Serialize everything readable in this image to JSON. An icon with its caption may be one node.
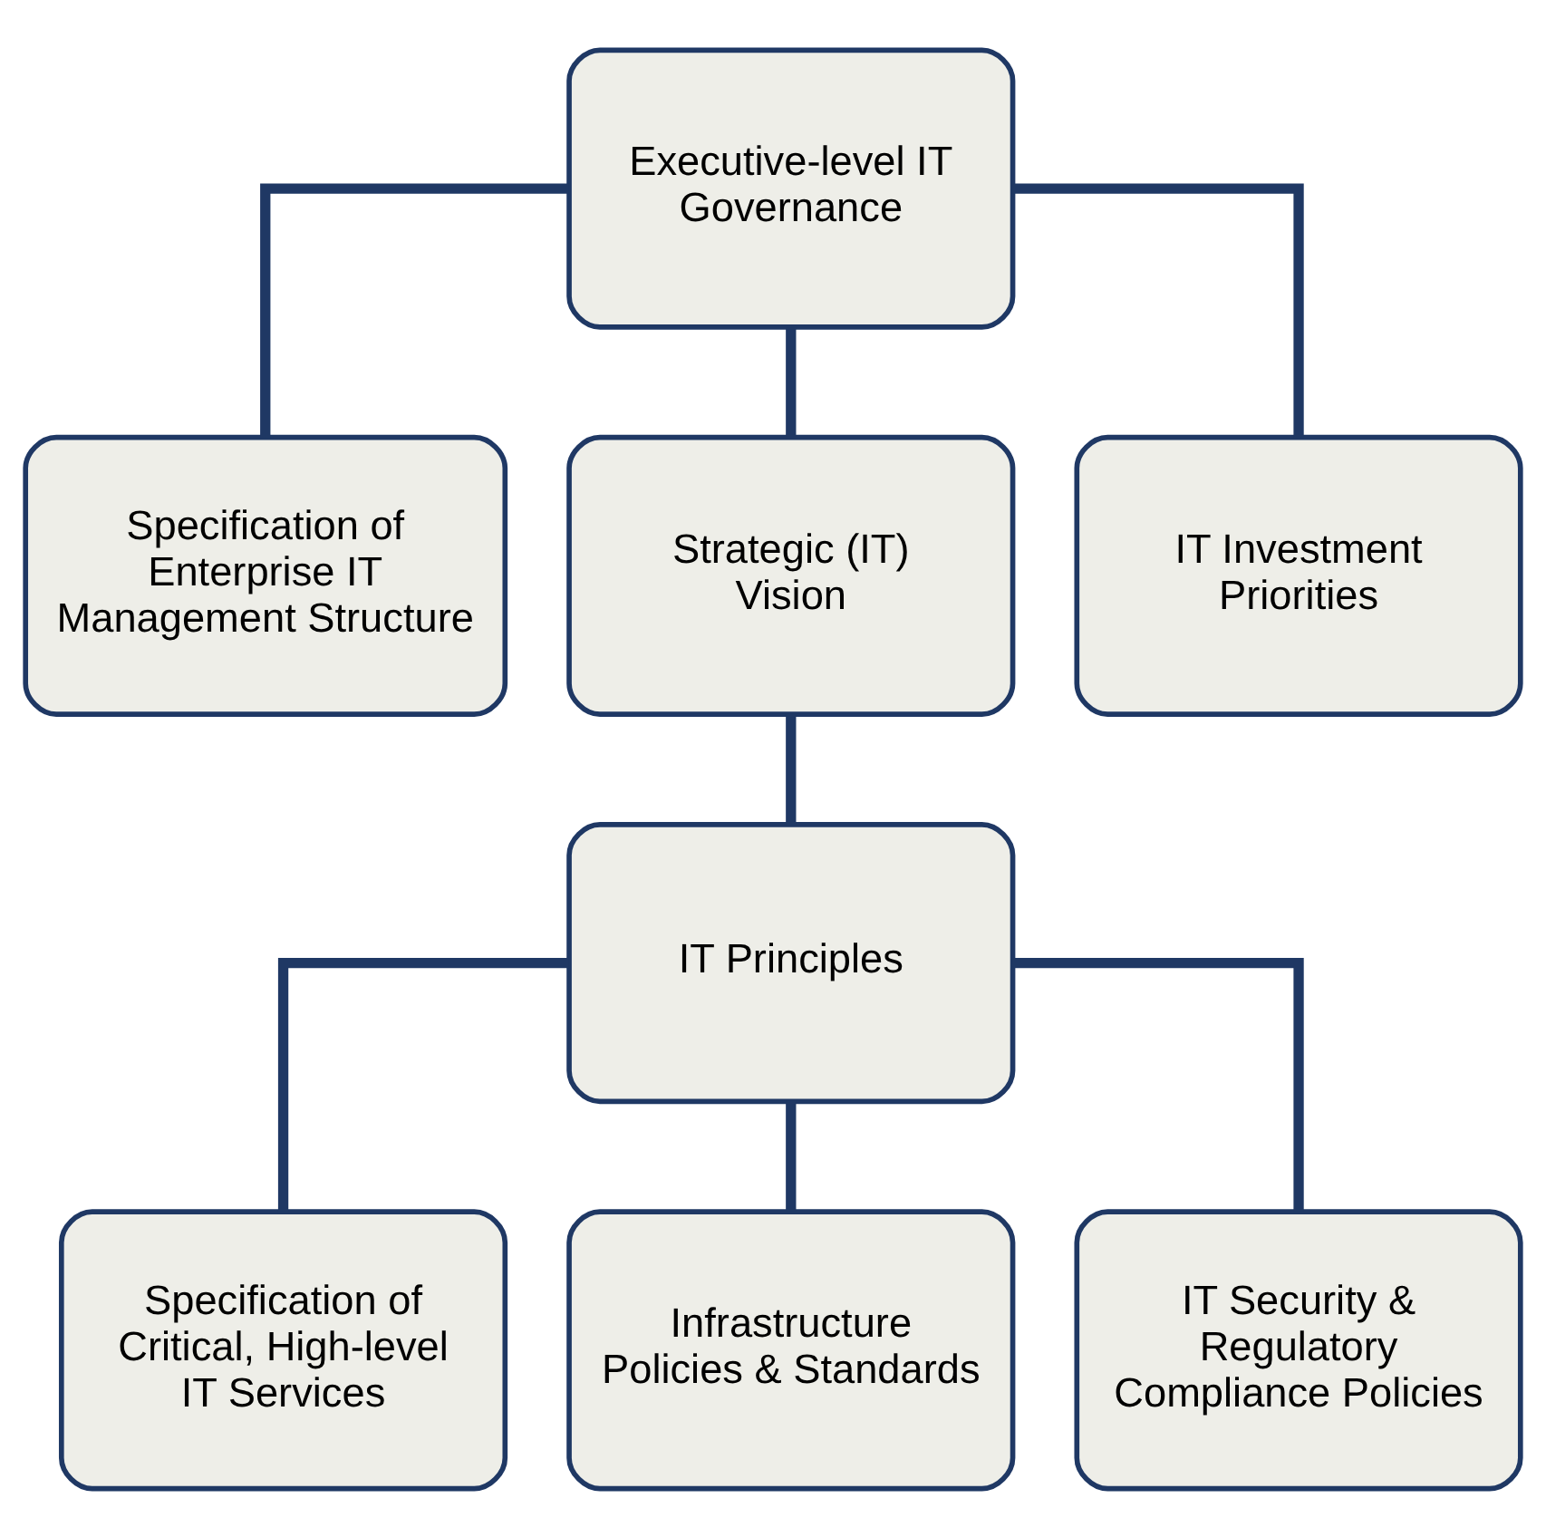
{
  "diagram": {
    "nodes": [
      {
        "text": [
          "Executive-level IT Governance"
        ]
      },
      {
        "text": [
          "Specification of Enterprise IT Management Structure"
        ]
      },
      {
        "text": [
          "Strategic (IT) Vision"
        ]
      },
      {
        "text": [
          "IT Investment Priorities"
        ]
      },
      {
        "text": [
          "IT Principles"
        ]
      },
      {
        "text": [
          "Specification of Critical, High-level IT Services"
        ]
      },
      {
        "text": [
          "Infrastructure Policies & Standards"
        ]
      },
      {
        "text": [
          "IT Security & Regulatory Compliance Policies"
        ]
      }
    ],
    "edges": [
      {
        "from": 0,
        "to": 1,
        "arrow": "none"
      },
      {
        "from": 0,
        "to": 2,
        "arrow": "none"
      },
      {
        "from": 0,
        "to": 3,
        "arrow": "none"
      },
      {
        "from": 2,
        "to": 4,
        "arrow": "none"
      },
      {
        "from": 4,
        "to": 5,
        "arrow": "none"
      },
      {
        "from": 4,
        "to": 6,
        "arrow": "none"
      },
      {
        "from": 4,
        "to": 7,
        "arrow": "none"
      }
    ]
  }
}
